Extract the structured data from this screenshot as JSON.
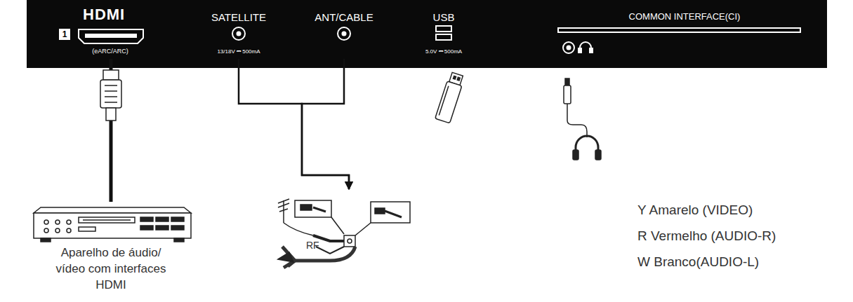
{
  "diagram": {
    "nodes": [
      {
        "text": [
          "HDMI",
          "1",
          "(eARC/ARC)"
        ]
      },
      {
        "text": [
          "SATELLITE",
          "13/18V ⎓ 500mA"
        ]
      },
      {
        "text": [
          "ANT/CABLE"
        ]
      },
      {
        "text": [
          "USB",
          "5.0V ⎓ 500mA"
        ]
      },
      {
        "text": [
          "COMMON INTERFACE(CI)"
        ]
      },
      {
        "text": [
          "Aparelho de áudio/ vídeo com interfaces HDMI"
        ]
      },
      {
        "text": [
          "RF"
        ]
      }
    ],
    "edges": [
      {
        "from": 0,
        "to": 5,
        "arrow": "none"
      },
      {
        "from": 1,
        "to": 6,
        "arrow": "to"
      },
      {
        "from": 2,
        "to": 6,
        "arrow": "to"
      }
    ],
    "labels": [
      "Y Amarelo (VIDEO)",
      "R Vermelho (AUDIO-R)",
      "W Branco(AUDIO-L)"
    ]
  }
}
